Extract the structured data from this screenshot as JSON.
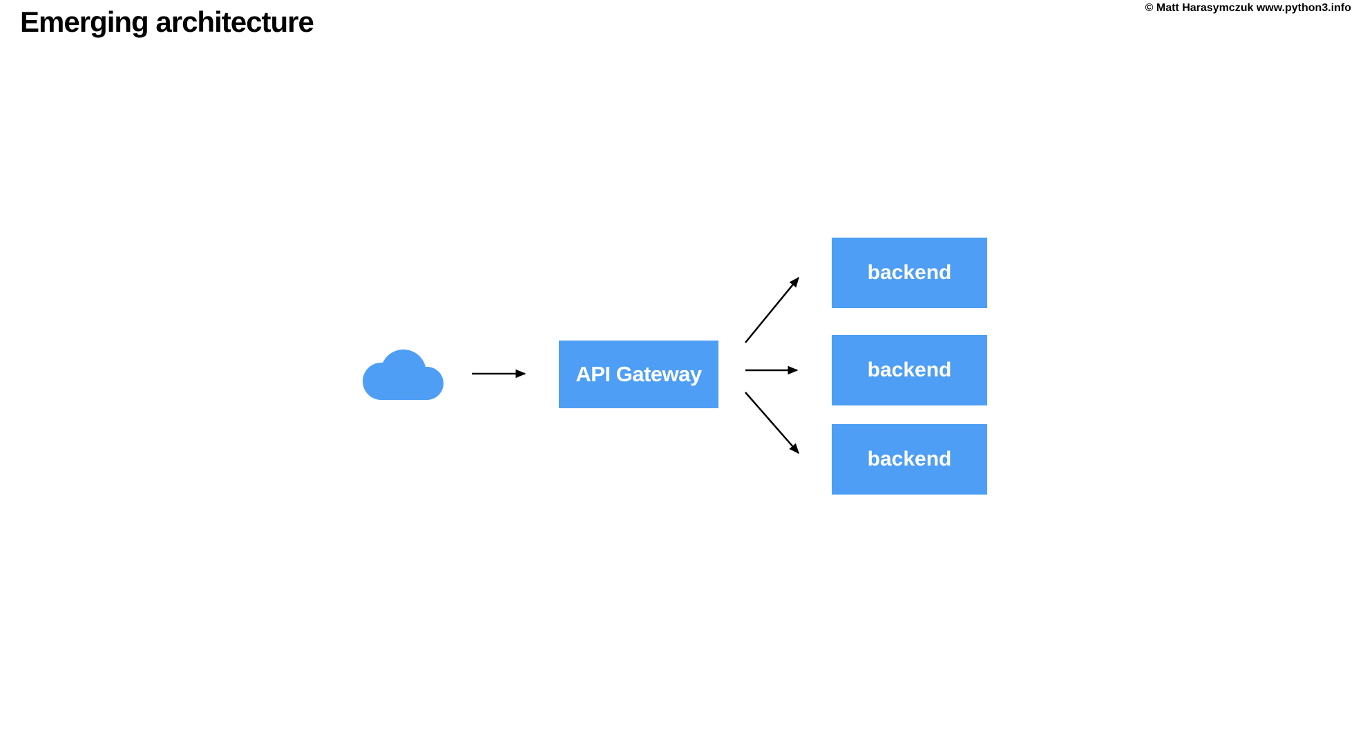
{
  "page": {
    "title": "Emerging architecture",
    "copyright": "© Matt Harasymczuk www.python3.info"
  },
  "colors": {
    "background": "#FFFFFF",
    "node_fill": "#4D9EF4",
    "node_text": "#FFFFFF",
    "arrow": "#000000",
    "title_text": "#000000"
  },
  "diagram": {
    "cloud": {
      "icon": "cloud-icon"
    },
    "gateway": {
      "label": "API Gateway"
    },
    "backends": [
      {
        "label": "backend"
      },
      {
        "label": "backend"
      },
      {
        "label": "backend"
      }
    ]
  }
}
